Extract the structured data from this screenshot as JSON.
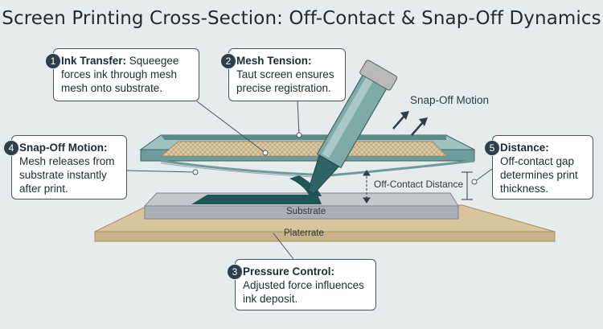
{
  "title": "Screen Printing Cross-Section: Off-Contact & Snap-Off Dynamics",
  "callouts": [
    {
      "num": "1",
      "heading": "Ink Transfer:",
      "text_inline": "Squeegee",
      "lines": [
        "forces ink through mesh",
        "mesh onto substrate."
      ]
    },
    {
      "num": "2",
      "heading": "Mesh Tension:",
      "text_inline": "",
      "lines": [
        "Taut screen ensures",
        "precise registration."
      ]
    },
    {
      "num": "4",
      "heading": "Snap-Off Motion:",
      "text_inline": "",
      "lines": [
        "Mesh releases from",
        "substrate instantly",
        "after print."
      ]
    },
    {
      "num": "5",
      "heading": "Distance:",
      "text_inline": "",
      "lines": [
        "Off-contact gap",
        "determines print",
        "thickness."
      ]
    },
    {
      "num": "3",
      "heading": "Pressure Control:",
      "text_inline": "",
      "lines": [
        "Adjusted force influences",
        "ink deposit."
      ]
    }
  ],
  "labels": {
    "snap_off": "Snap-Off Motion",
    "off_contact": "Off-Contact Distance",
    "substrate": "Substrate",
    "platen": "Platerrate"
  },
  "colors": {
    "frame": "#7fa8a8",
    "frame_dark": "#4f7c80",
    "mesh": "#d9c7a2",
    "ink": "#1f5a5a",
    "substrate": "#b9bfc3",
    "platen": "#d8c59e"
  }
}
